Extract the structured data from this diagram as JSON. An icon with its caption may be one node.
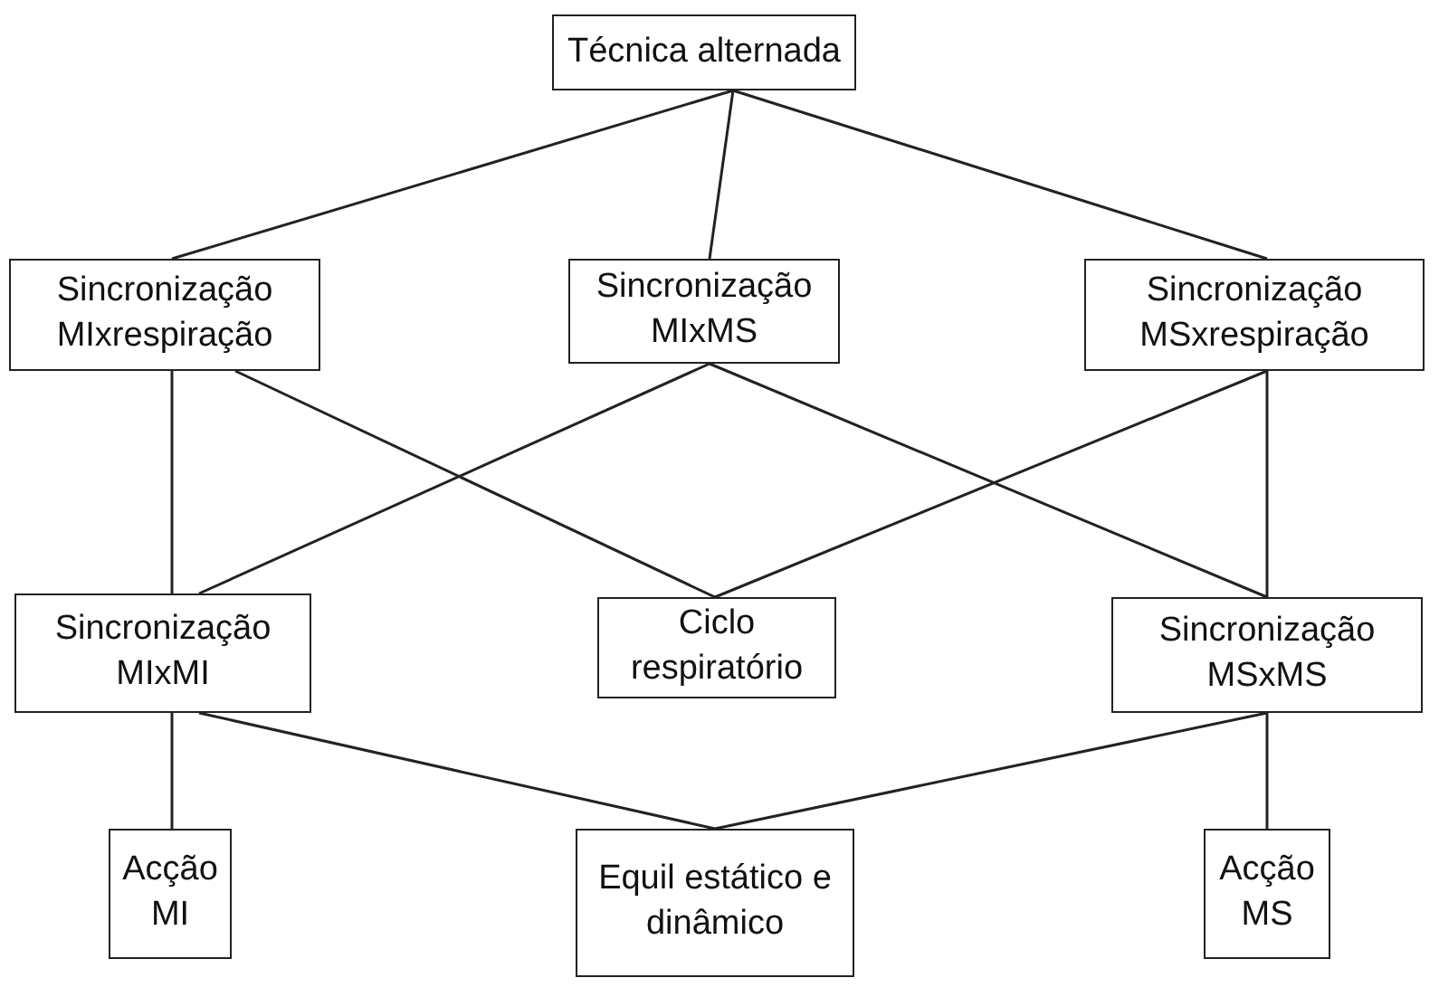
{
  "diagram": {
    "nodes": [
      {
        "text": [
          "Técnica alternada"
        ]
      },
      {
        "text": [
          "Sincronização MIxrespiração"
        ]
      },
      {
        "text": [
          "Sincronização MIxMS"
        ]
      },
      {
        "text": [
          "Sincronização MSxrespiração"
        ]
      },
      {
        "text": [
          "Sincronização MIxMI"
        ]
      },
      {
        "text": [
          "Ciclo respiratório"
        ]
      },
      {
        "text": [
          "Sincronização MSxMS"
        ]
      },
      {
        "text": [
          "Acção MI"
        ]
      },
      {
        "text": [
          "Equil estático e dinâmico"
        ]
      },
      {
        "text": [
          "Acção MS"
        ]
      }
    ],
    "edges": [
      {
        "from": 0,
        "to": 1,
        "arrow": "none"
      },
      {
        "from": 0,
        "to": 2,
        "arrow": "none"
      },
      {
        "from": 0,
        "to": 3,
        "arrow": "none"
      },
      {
        "from": 1,
        "to": 4,
        "arrow": "none"
      },
      {
        "from": 1,
        "to": 5,
        "arrow": "none"
      },
      {
        "from": 2,
        "to": 4,
        "arrow": "none"
      },
      {
        "from": 2,
        "to": 6,
        "arrow": "none"
      },
      {
        "from": 3,
        "to": 5,
        "arrow": "none"
      },
      {
        "from": 3,
        "to": 6,
        "arrow": "none"
      },
      {
        "from": 4,
        "to": 7,
        "arrow": "none"
      },
      {
        "from": 4,
        "to": 8,
        "arrow": "none"
      },
      {
        "from": 6,
        "to": 8,
        "arrow": "none"
      },
      {
        "from": 6,
        "to": 9,
        "arrow": "none"
      }
    ]
  }
}
